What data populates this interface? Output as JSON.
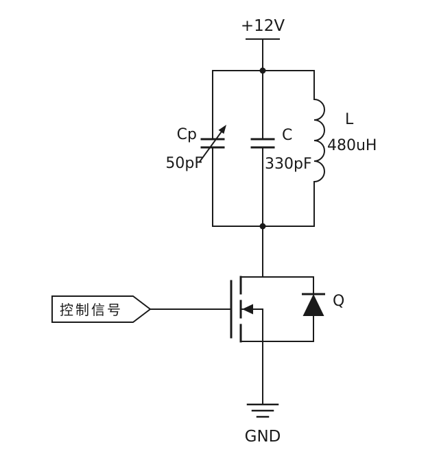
{
  "colors": {
    "background": "#ffffff",
    "stroke": "#1a1a1a"
  },
  "power": {
    "label": "+12V"
  },
  "ground": {
    "label": "GND"
  },
  "input_flag": {
    "label": "控制信号"
  },
  "components": {
    "variable_capacitor": {
      "ref": "Cp",
      "value": "50pF"
    },
    "fixed_capacitor": {
      "ref": "C",
      "value": "330pF"
    },
    "inductor": {
      "ref": "L",
      "value": "480uH"
    },
    "mosfet": {
      "ref": "Q"
    }
  }
}
